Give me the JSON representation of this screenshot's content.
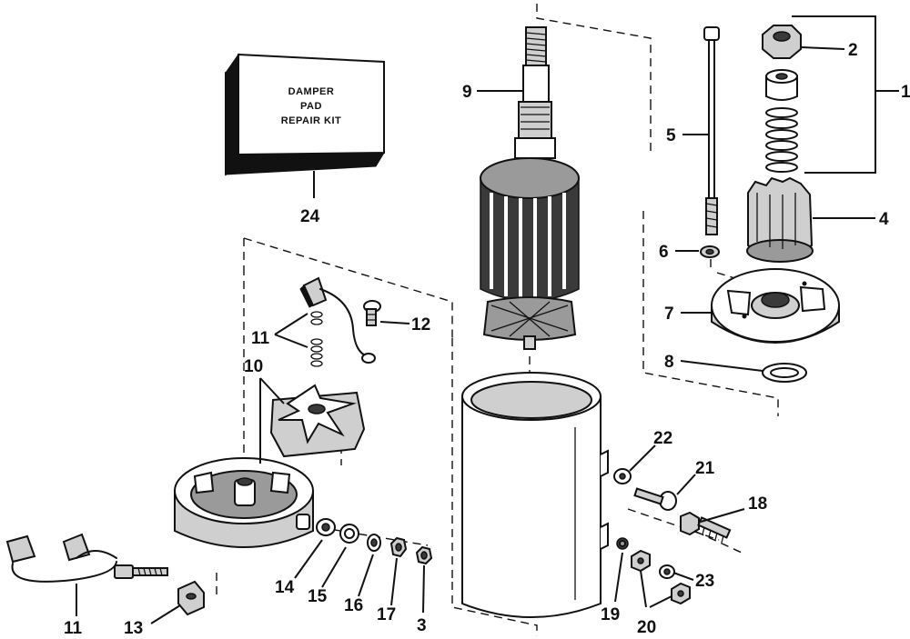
{
  "diagram": {
    "kit_box": {
      "line1": "DAMPER",
      "line2": "PAD",
      "line3": "REPAIR KIT"
    },
    "callouts": {
      "c1": "1",
      "c2": "2",
      "c3": "3",
      "c4": "4",
      "c5": "5",
      "c6": "6",
      "c7": "7",
      "c8": "8",
      "c9": "9",
      "c10": "10",
      "c11a": "11",
      "c11b": "11",
      "c12": "12",
      "c13": "13",
      "c14": "14",
      "c15": "15",
      "c16": "16",
      "c17": "17",
      "c18": "18",
      "c19": "19",
      "c20": "20",
      "c21": "21",
      "c22": "22",
      "c23": "23",
      "c24": "24"
    }
  }
}
